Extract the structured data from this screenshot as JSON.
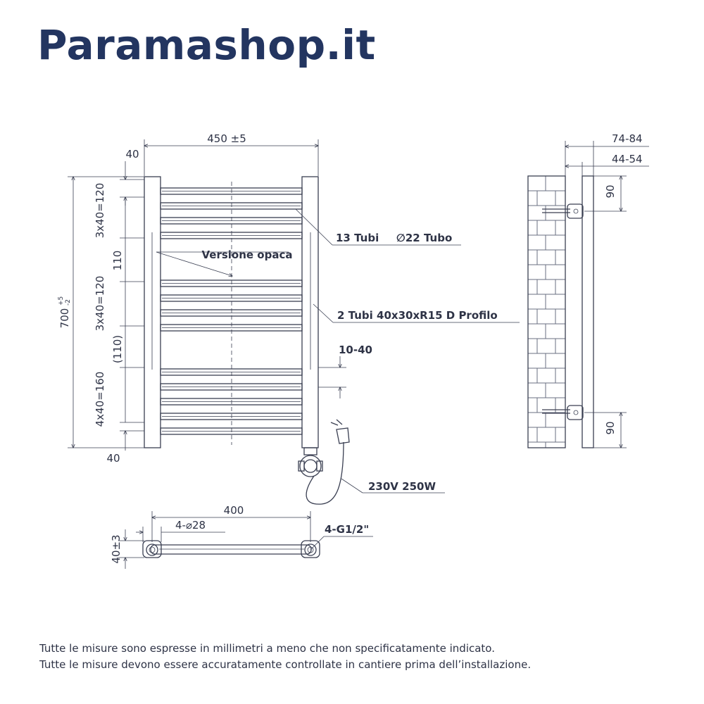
{
  "brand": "Paramashop.it",
  "front_view": {
    "width_label": "450 ±5",
    "top_offset": "40",
    "bottom_offset": "40",
    "height_main": "700",
    "height_tol_plus": "+5",
    "height_tol_minus": "-2",
    "group1": "3x40=120",
    "gap1": "110",
    "group2": "3x40=120",
    "gap2": "(110)",
    "group3": "4x40=160",
    "valve_offset": "10-40",
    "tubes_label": "13 Tubi",
    "tube_diameter": "∅22 Tubo",
    "profile_label": "2 Tubi 40x30xR15 D Profilo",
    "finish_label": "Versione opaca",
    "power_label": "230V 250W"
  },
  "side_view": {
    "depth_outer": "74-84",
    "depth_inner": "44-54",
    "bracket_top": "90",
    "bracket_bottom": "90"
  },
  "bottom_view": {
    "width_label": "400",
    "holes_label": "4-⌀28",
    "thread_label": "4-G1/2\"",
    "depth_label": "40±3"
  },
  "notes": [
    "Tutte le misure sono espresse in millimetri a meno che non specificatamente indicato.",
    "Tutte le misure devono essere accuratamente controllate in cantiere prima dell’installazione."
  ]
}
